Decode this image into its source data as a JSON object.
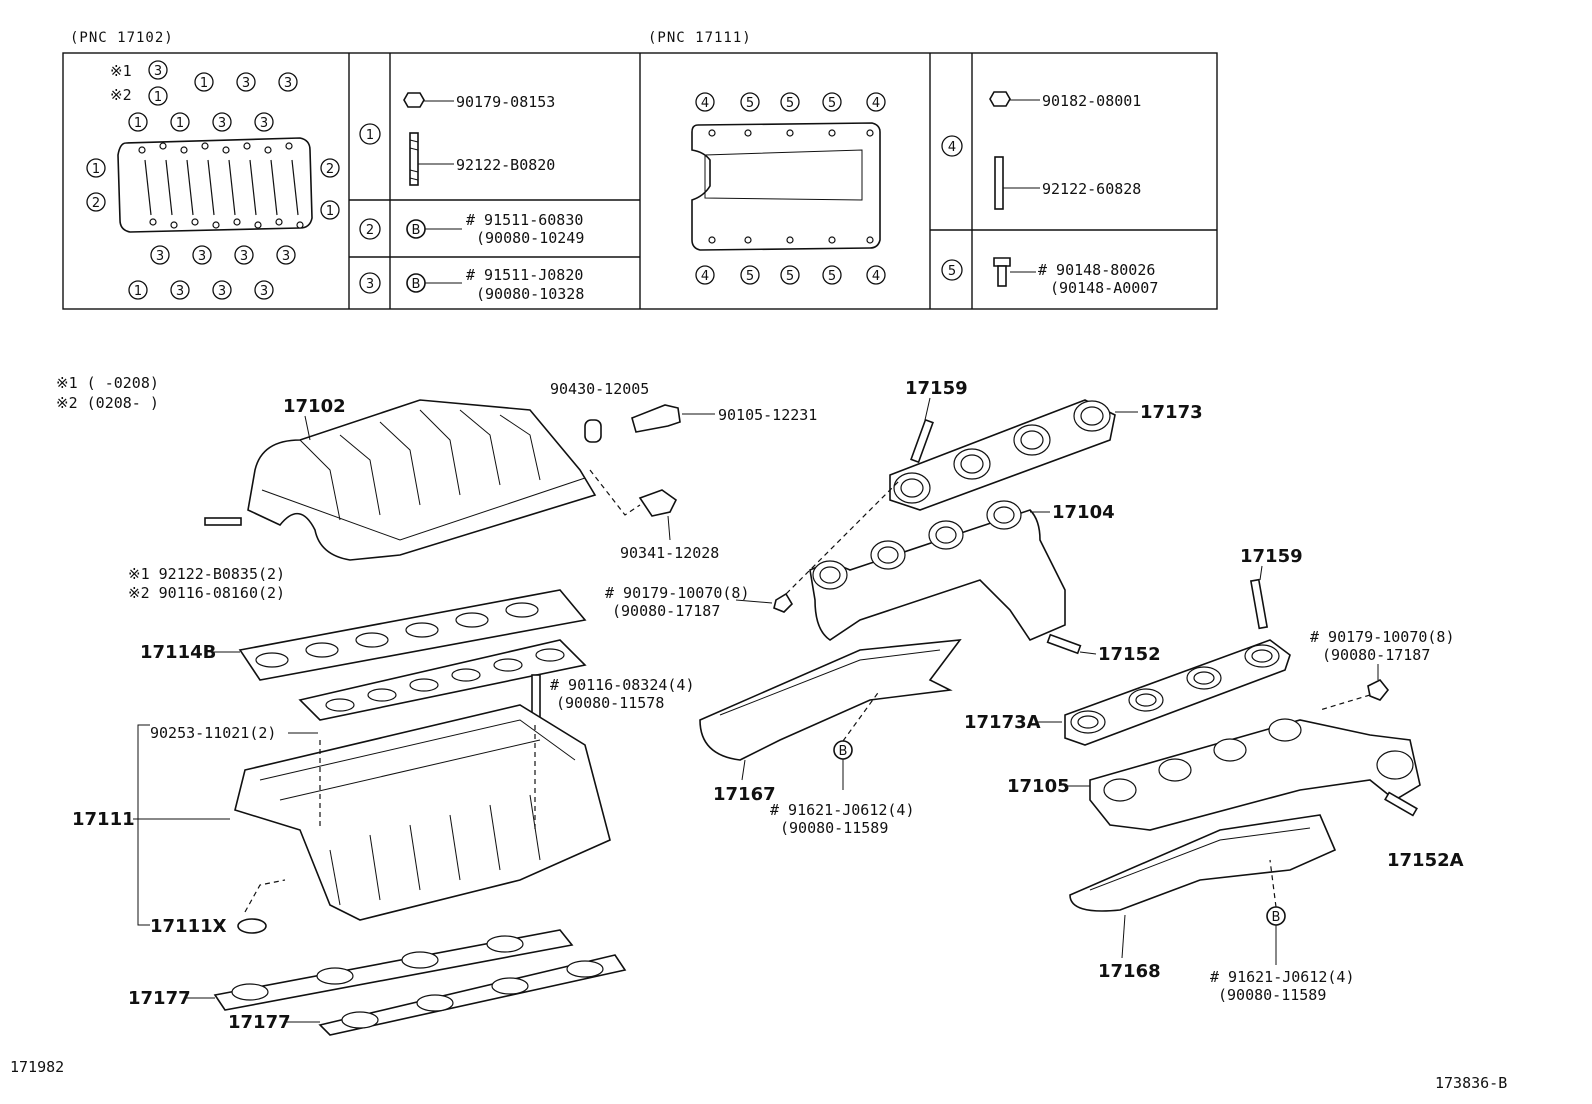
{
  "table_left": {
    "pnc_label": "(PNC 17102)",
    "note1_mark": "※1",
    "note2_mark": "※2",
    "rows": [
      {
        "key": "1",
        "parts": [
          {
            "no": "90179-08153"
          },
          {
            "no": "92122-B0820"
          }
        ]
      },
      {
        "key": "2",
        "parts": [
          {
            "no": "# 91511-60830",
            "alt": "(90080-10249"
          }
        ]
      },
      {
        "key": "3",
        "parts": [
          {
            "no": "# 91511-J0820",
            "alt": "(90080-10328"
          }
        ]
      }
    ],
    "sub_letter": "B"
  },
  "table_right": {
    "pnc_label": "(PNC 17111)",
    "rows": [
      {
        "key": "4",
        "parts": [
          {
            "no": "90182-08001"
          },
          {
            "no": "92122-60828"
          }
        ]
      },
      {
        "key": "5",
        "parts": [
          {
            "no": "# 90148-80026",
            "alt": "(90148-A0007"
          }
        ]
      }
    ]
  },
  "notes": {
    "n1": "※1 (     -0208)",
    "n2": "※2 (0208-      )"
  },
  "callouts": {
    "p17102": "17102",
    "p90430": "90430-12005",
    "p90105": "90105-12231",
    "p90341": "90341-12028",
    "bolt1": "※1 92122-B0835(2)",
    "bolt2": "※2 90116-08160(2)",
    "p17114B": "17114B",
    "p90116a": "# 90116-08324(4)",
    "p90116b": "(90080-11578",
    "p90253": "90253-11021(2)",
    "p17111": "17111",
    "p17111X": "17111X",
    "p17177a": "17177",
    "p17177b": "17177",
    "p17159a": "17159",
    "p17173": "17173",
    "p17104": "17104",
    "p90179a1": "# 90179-10070(8)",
    "p90179a2": "(90080-17187",
    "p17152": "17152",
    "p17167": "17167",
    "p91621a1": "# 91621-J0612(4)",
    "p91621a2": "(90080-11589",
    "p17159b": "17159",
    "p90179b1": "# 90179-10070(8)",
    "p90179b2": "(90080-17187",
    "p17173A": "17173A",
    "p17105": "17105",
    "p17152A": "17152A",
    "p17168": "17168",
    "p91621b1": "# 91621-J0612(4)",
    "p91621b2": "(90080-11589",
    "b_letter": "B"
  },
  "footer": {
    "left_code": "171982",
    "right_code": "173836-B"
  }
}
